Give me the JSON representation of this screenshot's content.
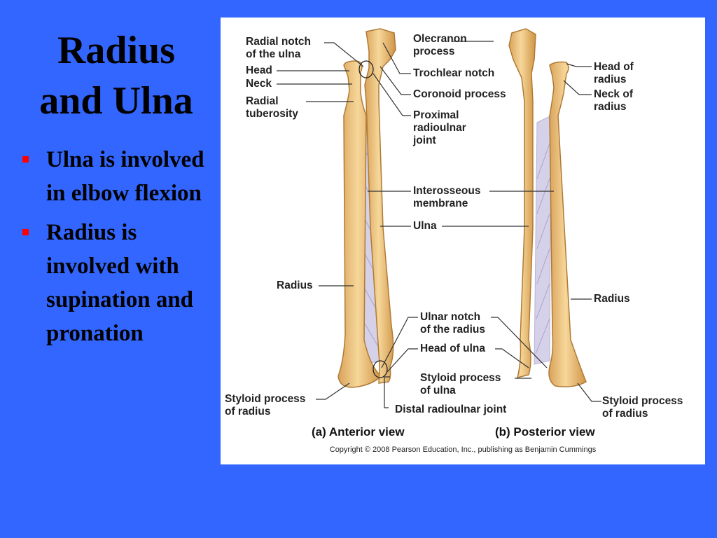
{
  "slide": {
    "title_line1": "Radius",
    "title_line2": "and Ulna",
    "bullets": [
      {
        "text": "Ulna is involved in elbow flexion"
      },
      {
        "text": "Radius is involved with supination and pronation"
      }
    ]
  },
  "figure": {
    "labels": {
      "radial_notch": "Radial notch\nof the ulna",
      "head": "Head",
      "neck": "Neck",
      "radial_tuberosity": "Radial\ntuberosity",
      "olecranon": "Olecranon\nprocess",
      "trochlear_notch": "Trochlear notch",
      "coronoid": "Coronoid process",
      "proximal_joint": "Proximal\nradioulnar\njoint",
      "interosseous": "Interosseous\nmembrane",
      "ulna": "Ulna",
      "radius_anterior": "Radius",
      "ulnar_notch": "Ulnar notch\nof the radius",
      "head_of_ulna": "Head of ulna",
      "styloid_ulna": "Styloid process\nof ulna",
      "styloid_radius_anterior": "Styloid process\nof radius",
      "distal_joint": "Distal radioulnar joint",
      "head_of_radius": "Head of\nradius",
      "neck_of_radius": "Neck of\nradius",
      "radius_posterior": "Radius",
      "styloid_radius_posterior": "Styloid process\nof radius"
    },
    "captions": {
      "anterior": "(a) Anterior view",
      "posterior": "(b) Posterior view"
    },
    "copyright": "Copyright © 2008 Pearson Education, Inc., publishing as Benjamin Cummings"
  },
  "colors": {
    "background": "#3366ff",
    "bullet": "#ff0000",
    "bone": "#f0c77e",
    "membrane": "#c9c4e0"
  }
}
